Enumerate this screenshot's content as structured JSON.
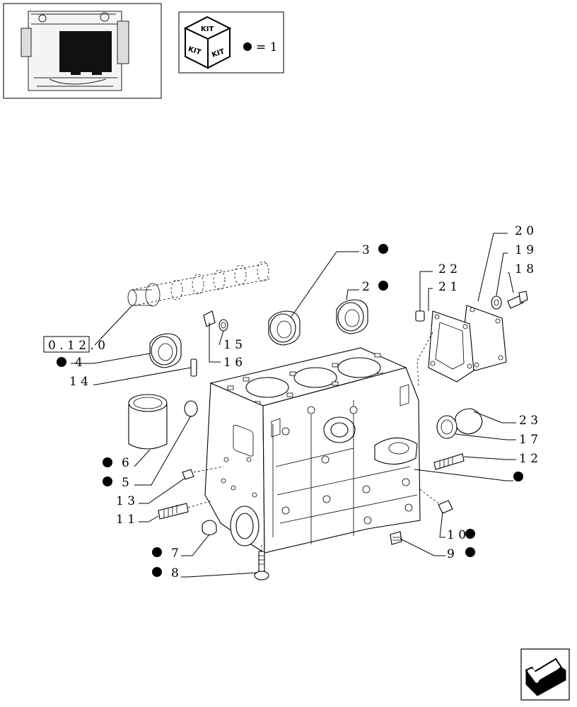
{
  "thumbnail": {
    "label": "engine-thumbnail"
  },
  "kit_legend": {
    "top": "KIT",
    "left": "KIT",
    "right": "KIT",
    "equals": "= 1"
  },
  "callouts": [
    {
      "id": "c20",
      "text": "2 0"
    },
    {
      "id": "c19",
      "text": "1 9"
    },
    {
      "id": "c18",
      "text": "1 8"
    },
    {
      "id": "c3",
      "text": "3"
    },
    {
      "id": "c22",
      "text": "2 2"
    },
    {
      "id": "c2",
      "text": "2"
    },
    {
      "id": "c21",
      "text": "2 1"
    },
    {
      "id": "c0120",
      "text": "0 . 1 2 . 0"
    },
    {
      "id": "c15",
      "text": "1 5"
    },
    {
      "id": "c4",
      "text": "4"
    },
    {
      "id": "c16",
      "text": "1 6"
    },
    {
      "id": "c14",
      "text": "1 4"
    },
    {
      "id": "c23",
      "text": "2 3"
    },
    {
      "id": "c17",
      "text": "1 7"
    },
    {
      "id": "c12",
      "text": "1 2"
    },
    {
      "id": "c6",
      "text": "6"
    },
    {
      "id": "c5",
      "text": "5"
    },
    {
      "id": "c13",
      "text": "1 3"
    },
    {
      "id": "c11",
      "text": "1 1"
    },
    {
      "id": "c10",
      "text": "1 0"
    },
    {
      "id": "c7",
      "text": "7"
    },
    {
      "id": "c9",
      "text": "9"
    },
    {
      "id": "c8",
      "text": "8"
    }
  ]
}
